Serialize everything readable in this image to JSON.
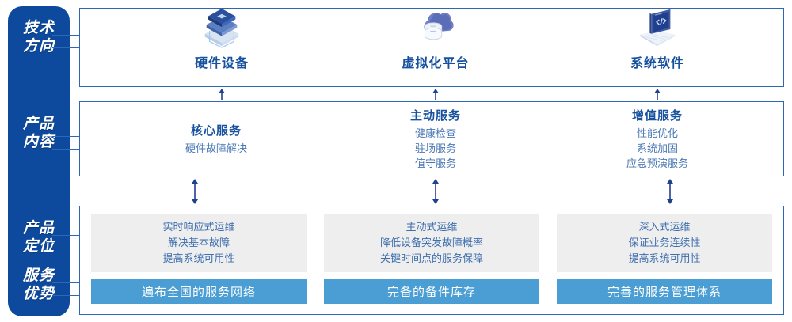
{
  "rail": {
    "labels": [
      {
        "name": "tech-direction",
        "line1": "技术",
        "line2": "方向"
      },
      {
        "name": "product-content",
        "line1": "产品",
        "line2": "内容"
      },
      {
        "name": "product-position",
        "line1": "产品",
        "line2": "定位"
      },
      {
        "name": "service-advantage",
        "line1": "服务",
        "line2": "优势"
      }
    ]
  },
  "tech": {
    "columns": [
      {
        "icon": "server-stack-icon",
        "label": "硬件设备"
      },
      {
        "icon": "cloud-database-icon",
        "label": "虚拟化平台"
      },
      {
        "icon": "laptop-code-icon",
        "label": "系统软件"
      }
    ]
  },
  "content": {
    "columns": [
      {
        "title": "核心服务",
        "items": [
          "硬件故障解决"
        ]
      },
      {
        "title": "主动服务",
        "items": [
          "健康检查",
          "驻场服务",
          "值守服务"
        ]
      },
      {
        "title": "增值服务",
        "items": [
          "性能优化",
          "系统加固",
          "应急预演服务"
        ]
      }
    ]
  },
  "bottom": {
    "columns": [
      {
        "lines": [
          "实时响应式运维",
          "解决基本故障",
          "提高系统可用性"
        ],
        "banner": "遍布全国的服务网络"
      },
      {
        "lines": [
          "主动式运维",
          "降低设备突发故障概率",
          "关键时间点的服务保障"
        ],
        "banner": "完备的备件库存"
      },
      {
        "lines": [
          "深入式运维",
          "保证业务连续性",
          "提高系统可用性"
        ],
        "banner": "完善的服务管理体系"
      }
    ]
  },
  "colors": {
    "rail_blue": "#0d4a9e",
    "border_blue": "#2e68b5",
    "title_blue": "#17529f",
    "body_blue": "#4a78b4",
    "banner_blue": "#4a9ed4",
    "grey_panel": "#eeeeee",
    "arrow_navy": "#1f3f8f"
  }
}
